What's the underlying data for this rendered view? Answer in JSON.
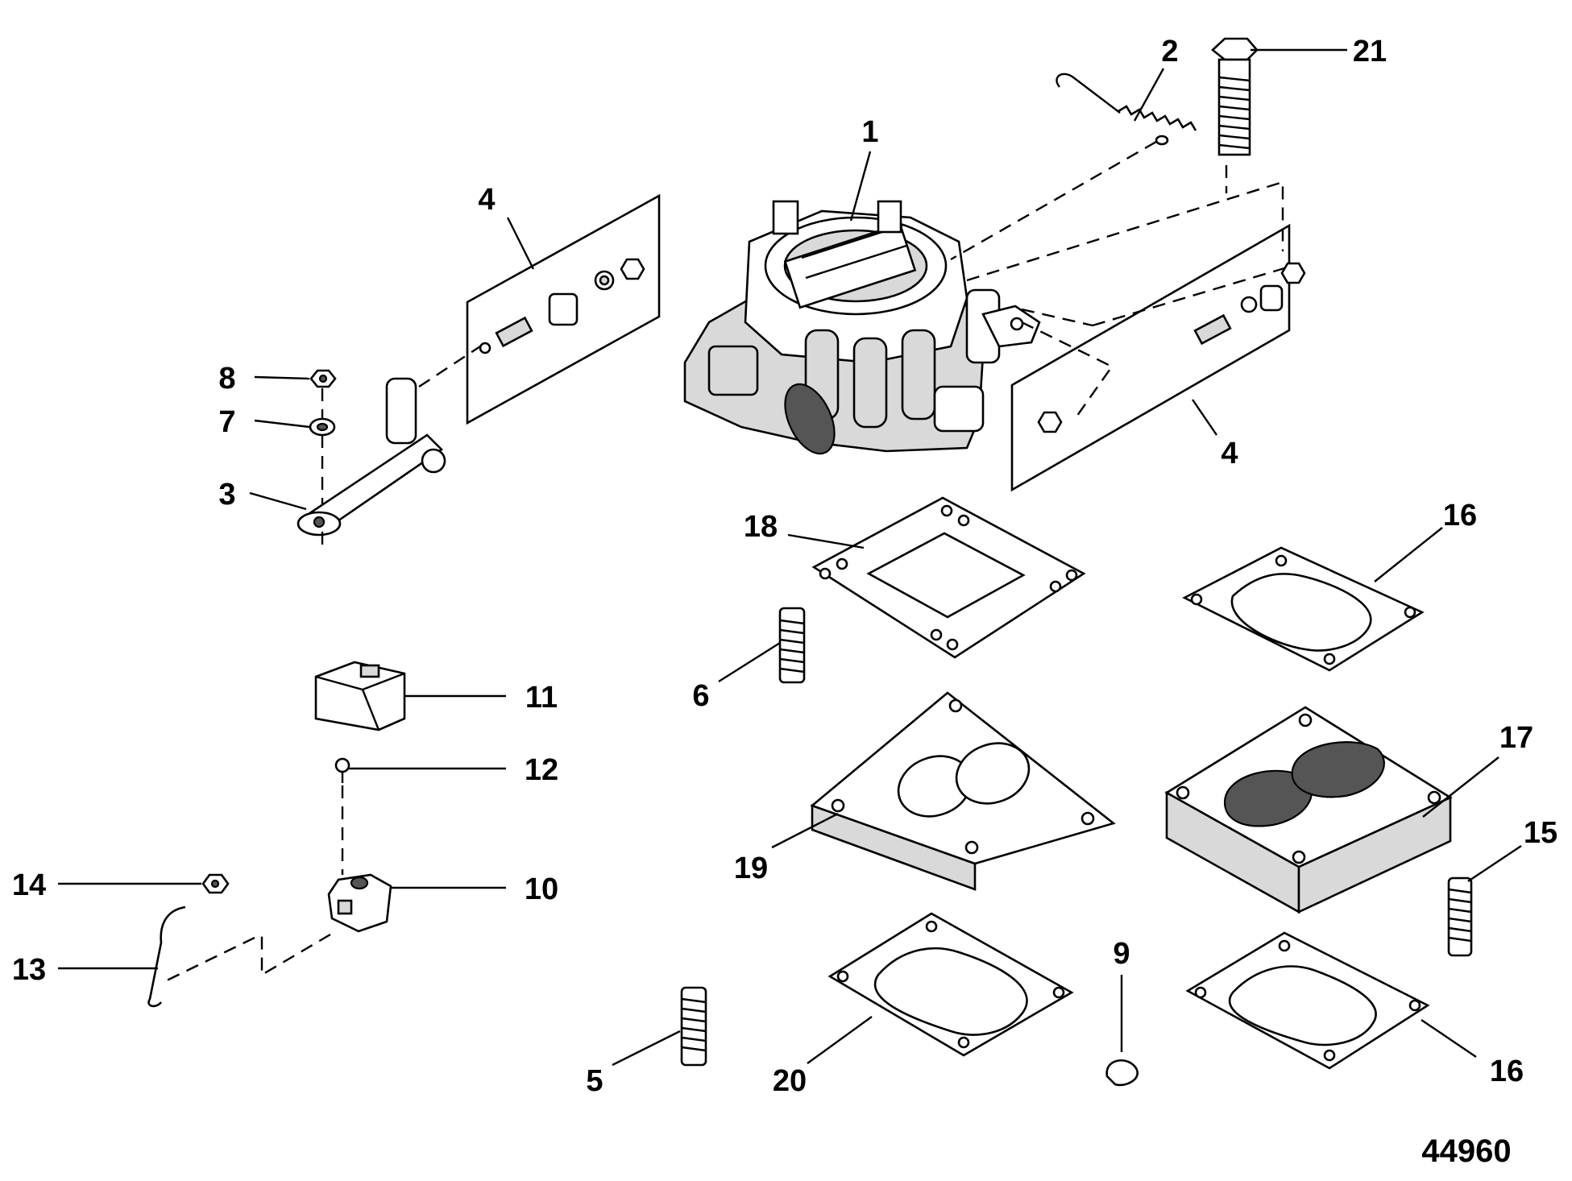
{
  "figure_number": "44960",
  "callouts": {
    "c1": "1",
    "c2": "2",
    "c3": "3",
    "c4a": "4",
    "c4b": "4",
    "c5": "5",
    "c6": "6",
    "c7": "7",
    "c8": "8",
    "c9": "9",
    "c10": "10",
    "c11": "11",
    "c12": "12",
    "c13": "13",
    "c14": "14",
    "c15": "15",
    "c16a": "16",
    "c16b": "16",
    "c17": "17",
    "c18": "18",
    "c19": "19",
    "c20": "20",
    "c21": "21"
  }
}
